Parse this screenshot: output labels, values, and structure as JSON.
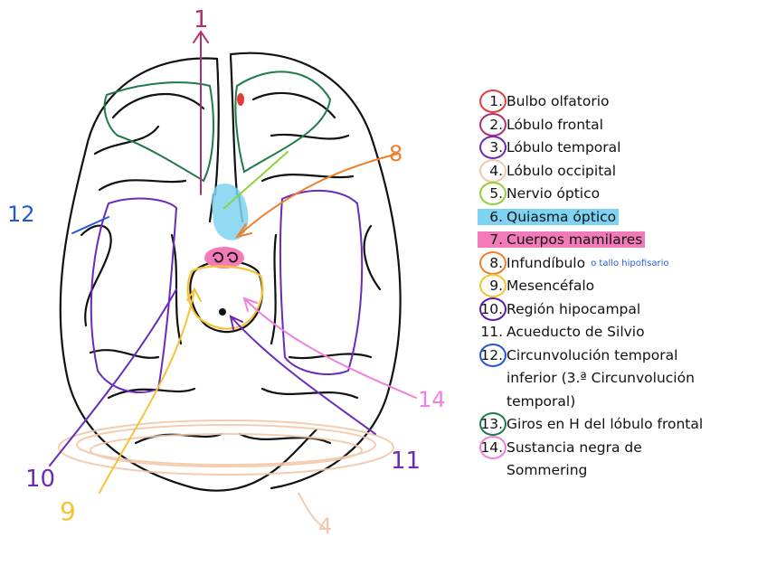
{
  "legend": [
    {
      "num": "1.",
      "text": "Bulbo olfatorio",
      "ring": "#e23b3b"
    },
    {
      "num": "2.",
      "text": "Lóbulo frontal",
      "ring": "#b0306e"
    },
    {
      "num": "3.",
      "text": "Lóbulo temporal",
      "ring": "#6a2bb8"
    },
    {
      "num": "4.",
      "text": "Lóbulo occipital",
      "ring": "#f3c7a8"
    },
    {
      "num": "5.",
      "text": "Nervio óptico",
      "ring": "#8fd13a"
    },
    {
      "num": "6.",
      "text": "Quiasma óptico",
      "highlight": "#7fd3f2"
    },
    {
      "num": "7.",
      "text": "Cuerpos mamilares",
      "highlight": "#f27ab9"
    },
    {
      "num": "8.",
      "text": "Infundíbulo",
      "ring": "#f07f2a",
      "note": "o tallo hipofisario"
    },
    {
      "num": "9.",
      "text": "Mesencéfalo",
      "ring": "#f5c333"
    },
    {
      "num": "10.",
      "text": "Región hipocampal",
      "ring": "#5a1fa6"
    },
    {
      "num": "11.",
      "text": "Acueducto de Silvio"
    },
    {
      "num": "12.",
      "text": "Circunvolución temporal",
      "ring": "#2456d6"
    },
    {
      "cont": "inferior (3.ª Circunvolución"
    },
    {
      "cont": "temporal)"
    },
    {
      "num": "13.",
      "text": "Giros en H del lóbulo frontal",
      "ring": "#1f7a4a"
    },
    {
      "num": "14.",
      "text": "Sustancia negra de",
      "ring": "#f07fe0"
    },
    {
      "cont": "Sommering"
    }
  ],
  "callouts": {
    "c1": "1",
    "c8": "8",
    "c12": "12",
    "c14": "14",
    "c10": "10",
    "c9": "9",
    "c11": "11",
    "c4": "4"
  },
  "colors": {
    "outline": "#111111",
    "green": "#1f7a4a",
    "purple": "#6a2bb8",
    "orange": "#f07f2a",
    "yellow": "#f5c333",
    "blue": "#2456d6",
    "pink": "#f07fe0",
    "magenta": "#b0306e",
    "lime": "#8fd13a",
    "peach": "#f3c7a8",
    "cyan": "#7fd3f2",
    "hotpink": "#f27ab9",
    "red": "#e23b3b"
  }
}
